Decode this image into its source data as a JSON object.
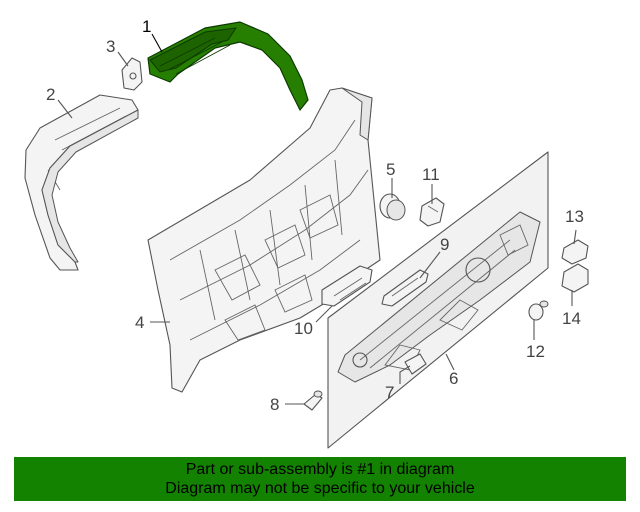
{
  "callouts": {
    "c1": "1",
    "c2": "2",
    "c3": "3",
    "c4": "4",
    "c5": "5",
    "c6": "6",
    "c7": "7",
    "c8": "8",
    "c9": "9",
    "c10": "10",
    "c11": "11",
    "c12": "12",
    "c13": "13",
    "c14": "14"
  },
  "highlight_color": "#267f00",
  "banner": {
    "line1": "Part or sub-assembly is #1 in diagram",
    "line2": "Diagram may not be specific to your vehicle",
    "background": "#138200"
  }
}
